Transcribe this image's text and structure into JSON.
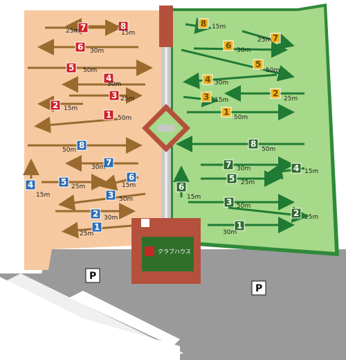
{
  "map": {
    "clubhouse_label": "クラブハウス",
    "parking_label": "P",
    "colors": {
      "left_field": "#f6c9a0",
      "right_field": "#a7d98a",
      "right_field_border": "#2f8a3a",
      "path": "#c8c8c8",
      "plaza": "#b5503c",
      "clubhouse": "#2f6f2a",
      "red_marker": "#d22027",
      "blue_marker": "#2e6db4",
      "yellow_marker": "#f0b21f",
      "green_marker": "#2e6b2d"
    },
    "left_course": [
      {
        "number": "8",
        "distance": "15m",
        "color": "red"
      },
      {
        "number": "7",
        "distance": "25m",
        "color": "red"
      },
      {
        "number": "6",
        "distance": "30m",
        "color": "red"
      },
      {
        "number": "5",
        "distance": "50m",
        "color": "red"
      },
      {
        "number": "4",
        "distance": "30m",
        "color": "red"
      },
      {
        "number": "3",
        "distance": "25m",
        "color": "red"
      },
      {
        "number": "2",
        "distance": "15m",
        "color": "red"
      },
      {
        "number": "1",
        "distance": "50m",
        "color": "red"
      },
      {
        "number": "8",
        "distance": "50m",
        "color": "blue"
      },
      {
        "number": "7",
        "distance": "30m",
        "color": "blue"
      },
      {
        "number": "6",
        "distance": "15m",
        "color": "blue"
      },
      {
        "number": "5",
        "distance": "25m",
        "color": "blue"
      },
      {
        "number": "4",
        "distance": "15m",
        "color": "blue"
      },
      {
        "number": "3",
        "distance": "50m",
        "color": "blue"
      },
      {
        "number": "2",
        "distance": "30m",
        "color": "blue"
      },
      {
        "number": "1",
        "distance": "25m",
        "color": "blue"
      }
    ],
    "right_course": [
      {
        "number": "8",
        "distance": "15m",
        "color": "yellow"
      },
      {
        "number": "7",
        "distance": "25m",
        "color": "yellow"
      },
      {
        "number": "6",
        "distance": "30m",
        "color": "yellow"
      },
      {
        "number": "5",
        "distance": "50m",
        "color": "yellow"
      },
      {
        "number": "4",
        "distance": "30m",
        "color": "yellow"
      },
      {
        "number": "3",
        "distance": "15m",
        "color": "yellow"
      },
      {
        "number": "2",
        "distance": "25m",
        "color": "yellow"
      },
      {
        "number": "1",
        "distance": "50m",
        "color": "yellow"
      },
      {
        "number": "8",
        "distance": "50m",
        "color": "green"
      },
      {
        "number": "7",
        "distance": "30m",
        "color": "green"
      },
      {
        "number": "6",
        "distance": "15m",
        "color": "green"
      },
      {
        "number": "5",
        "distance": "25m",
        "color": "green"
      },
      {
        "number": "4",
        "distance": "15m",
        "color": "green"
      },
      {
        "number": "3",
        "distance": "50m",
        "color": "green"
      },
      {
        "number": "2",
        "distance": "25m",
        "color": "green"
      },
      {
        "number": "1",
        "distance": "30m",
        "color": "green"
      }
    ]
  }
}
